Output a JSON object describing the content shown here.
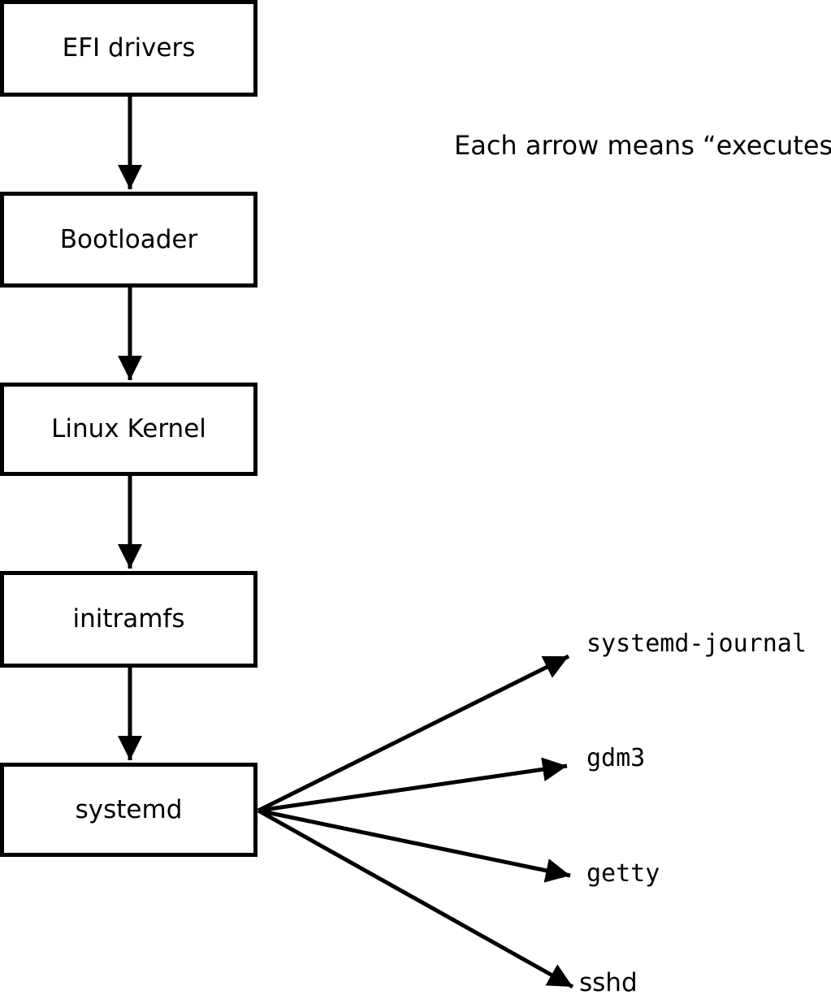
{
  "diagram": {
    "caption": "Each arrow means “executes”.",
    "arrow_meaning": "executes",
    "colors": {
      "stroke": "#000000",
      "box_fill": "#ffffff",
      "background": "#ffffff",
      "text": "#000000"
    },
    "boxes": [
      {
        "id": "efi-drivers",
        "label": "EFI drivers"
      },
      {
        "id": "bootloader",
        "label": "Bootloader"
      },
      {
        "id": "linux-kernel",
        "label": "Linux Kernel"
      },
      {
        "id": "initramfs",
        "label": "initramfs"
      },
      {
        "id": "systemd",
        "label": "systemd"
      }
    ],
    "targets": [
      {
        "id": "systemd-journal",
        "label": "systemd-journal"
      },
      {
        "id": "gdm3",
        "label": "gdm3"
      },
      {
        "id": "getty",
        "label": "getty"
      },
      {
        "id": "sshd",
        "label": "sshd"
      }
    ],
    "edges": [
      {
        "from": "efi-drivers",
        "to": "bootloader"
      },
      {
        "from": "bootloader",
        "to": "linux-kernel"
      },
      {
        "from": "linux-kernel",
        "to": "initramfs"
      },
      {
        "from": "initramfs",
        "to": "systemd"
      },
      {
        "from": "systemd",
        "to": "systemd-journal"
      },
      {
        "from": "systemd",
        "to": "gdm3"
      },
      {
        "from": "systemd",
        "to": "getty"
      },
      {
        "from": "systemd",
        "to": "sshd"
      }
    ]
  }
}
